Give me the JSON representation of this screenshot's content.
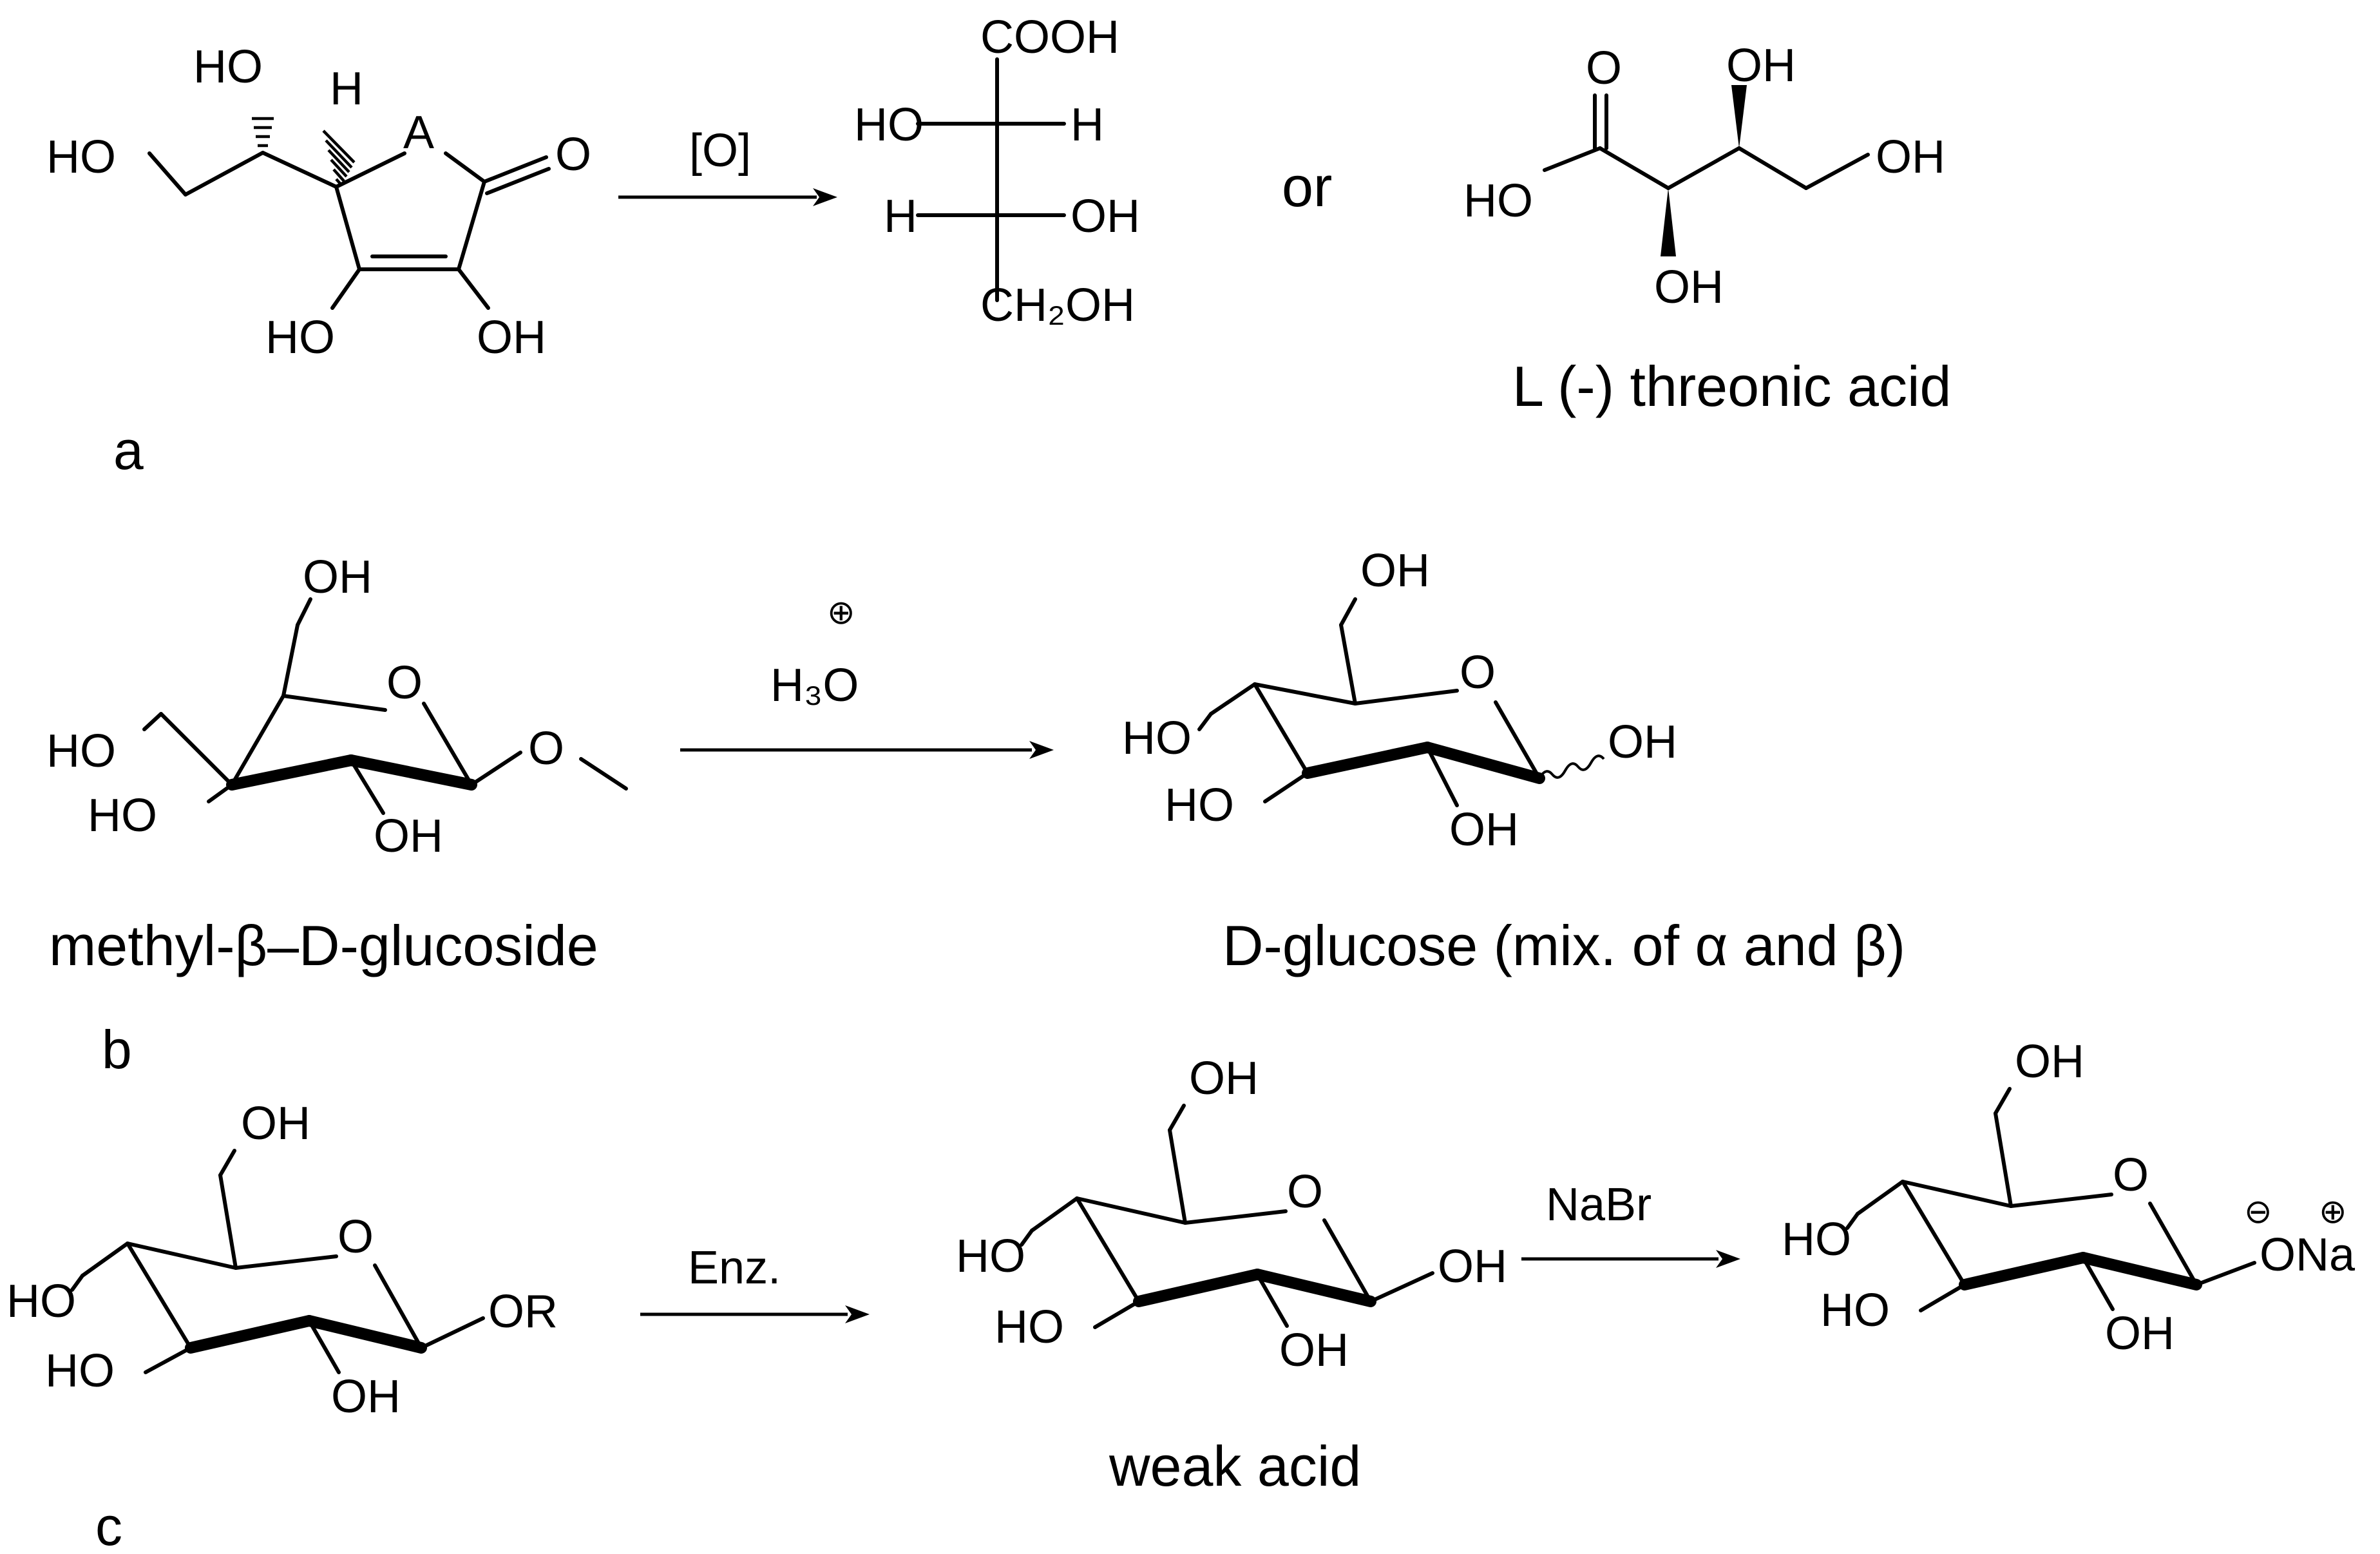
{
  "reaction_a": {
    "panel_label": "a",
    "reagent": "[O]",
    "or_text": "or",
    "product_name": "L (-) threonic acid",
    "reactant_atoms": {
      "ho_top": "HO",
      "ho_left": "HO",
      "h": "H",
      "ring_a": "A",
      "o_carbonyl": "O",
      "ho_bottom": "HO",
      "oh_bottom": "OH"
    },
    "fischer": {
      "cooh": "COOH",
      "ho": "HO",
      "h_right": "H",
      "h_left": "H",
      "oh": "OH",
      "ch2oh": "CH₂OH"
    },
    "zigzag": {
      "o": "O",
      "oh_top": "OH",
      "ho": "HO",
      "oh_right": "OH",
      "oh_bottom": "OH"
    }
  },
  "reaction_b": {
    "panel_label": "b",
    "reagent_charge": "⊕",
    "reagent": "H₃O",
    "reactant_name": "methyl-β–D-glucoside",
    "product_name": "D-glucose (mix. of α and β)",
    "reactant_atoms": {
      "oh_top": "OH",
      "ring_o": "O",
      "ho_4": "HO",
      "ho_3": "HO",
      "oh_2": "OH",
      "o_methoxy": "O"
    },
    "product_atoms": {
      "oh_top": "OH",
      "ring_o": "O",
      "ho_4": "HO",
      "ho_3": "HO",
      "oh_2": "OH",
      "oh_1": "OH"
    }
  },
  "reaction_c": {
    "panel_label": "c",
    "reagent_1": "Enz.",
    "reagent_2": "NaBr",
    "intermediate_name": "weak acid",
    "reactant_atoms": {
      "oh_top": "OH",
      "ring_o": "O",
      "ho_4": "HO",
      "ho_3": "HO",
      "oh_2": "OH",
      "or_1": "OR"
    },
    "intermediate_atoms": {
      "oh_top": "OH",
      "ring_o": "O",
      "ho_4": "HO",
      "ho_3": "HO",
      "oh_2": "OH",
      "oh_1": "OH"
    },
    "product_atoms": {
      "oh_top": "OH",
      "ring_o": "O",
      "ho_4": "HO",
      "ho_3": "HO",
      "oh_2": "OH",
      "ona": "ONa",
      "minus": "⊖",
      "plus": "⊕"
    }
  }
}
